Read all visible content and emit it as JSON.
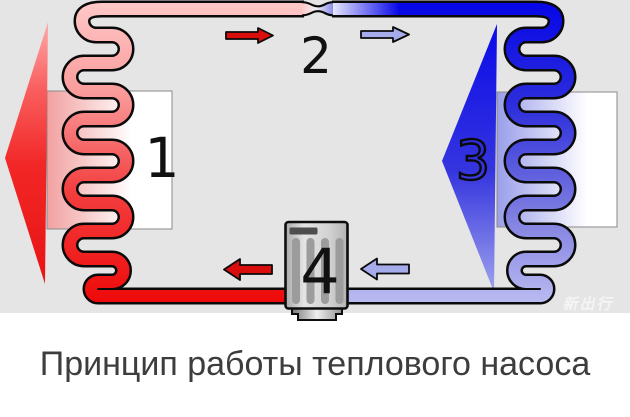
{
  "page": {
    "background": "#ffffff"
  },
  "diagram": {
    "background": "#e5e5e5",
    "labels": {
      "condenser": "1",
      "expansion_valve": "2",
      "evaporator": "3",
      "compressor": "4"
    },
    "watermark": "新出行",
    "colors": {
      "hot_pipe": "#ee0808",
      "hot_pipe_light": "#ffc9c9",
      "cold_pipe": "#0505e8",
      "cold_pipe_light": "#bcbcf2",
      "flow_arrow_hot": "#da0d0d",
      "flow_arrow_cold": "#a6aceb",
      "heat_output_arrow": "#e81414",
      "heat_source_arrow": "#0a0ae9",
      "compressor_body": "#d5d5d5"
    }
  },
  "caption": {
    "text": "Принцип работы теплового насоса",
    "color": "#3d3d3d"
  }
}
